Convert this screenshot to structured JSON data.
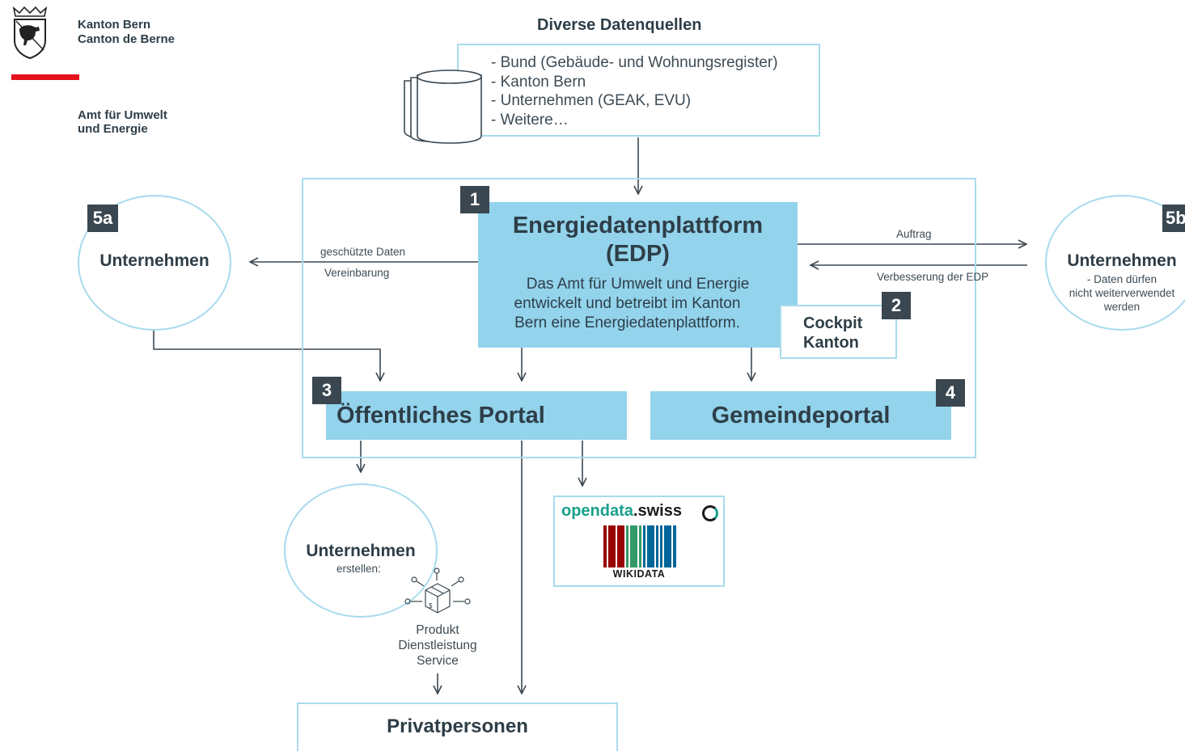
{
  "header": {
    "canton_de": "Kanton Bern",
    "canton_fr": "Canton de Berne",
    "amt_line1": "Amt für Umwelt",
    "amt_line2": "und Energie",
    "accent_color": "#e3121b"
  },
  "sources": {
    "title": "Diverse Datenquellen",
    "items": [
      "- Bund (Gebäude- und Wohnungsregister)",
      "- Kanton Bern",
      "- Unternehmen (GEAK, EVU)",
      "- Weitere…"
    ]
  },
  "edp": {
    "badge": "1",
    "title_line1": "Energiedatenplattform",
    "title_line2": "(EDP)",
    "desc_line1": "Das Amt für Umwelt und Energie",
    "desc_line2": "entwickelt und betreibt im Kanton",
    "desc_line3": "Bern eine Energiedatenplattform."
  },
  "cockpit": {
    "badge": "2",
    "line1": "Cockpit",
    "line2": "Kanton"
  },
  "public_portal": {
    "badge": "3",
    "title": "Öffentliches Portal"
  },
  "municipal_portal": {
    "badge": "4",
    "title": "Gemeindeportal"
  },
  "company_5a": {
    "badge": "5a",
    "title": "Unternehmen"
  },
  "company_5b": {
    "badge": "5b",
    "title": "Unternehmen",
    "note_line1": "- Daten dürfen",
    "note_line2": "nicht weiterverwendet",
    "note_line3": "werden"
  },
  "edge_labels": {
    "protected_data": "geschützte Daten",
    "agreement": "Vereinbarung",
    "order": "Auftrag",
    "improvement": "Verbesserung der EDP"
  },
  "company_bottom": {
    "title": "Unternehmen",
    "subtitle": "erstellen:",
    "product_line1": "Produkt",
    "product_line2": "Dienstleistung",
    "product_line3": "Service"
  },
  "opendata": {
    "part1": "opendata",
    "part2": ".swiss",
    "wikidata": "WIKIDATA"
  },
  "private": {
    "title": "Privatpersonen"
  }
}
